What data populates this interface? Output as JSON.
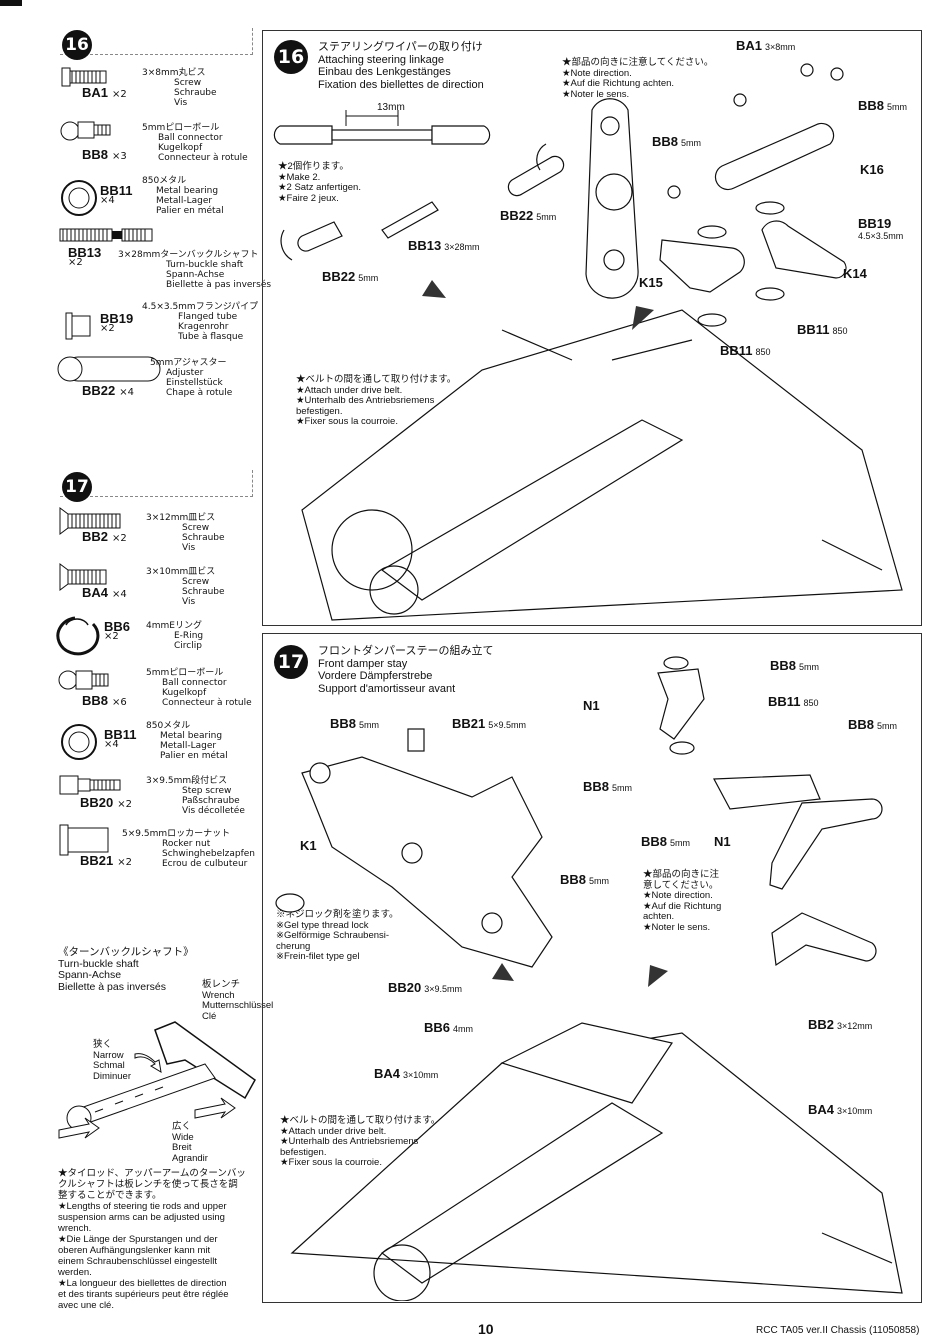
{
  "step16": {
    "number": "16",
    "parts": [
      {
        "code": "BA1",
        "qty": "×2",
        "size": "3×8mm丸ビス",
        "names": [
          "Screw",
          "Schraube",
          "Vis"
        ]
      },
      {
        "code": "BB8",
        "qty": "×3",
        "size": "5mmピローボール",
        "names": [
          "Ball connector",
          "Kugelkopf",
          "Connecteur à rotule"
        ]
      },
      {
        "code": "BB11",
        "qty": "×4",
        "size": "850メタル",
        "names": [
          "Metal bearing",
          "Metall-Lager",
          "Palier en métal"
        ]
      },
      {
        "code": "BB13",
        "qty": "×2",
        "size": "3×28mmターンバックルシャフト",
        "names": [
          "Turn-buckle shaft",
          "Spann-Achse",
          "Biellette à pas inversés"
        ]
      },
      {
        "code": "BB19",
        "qty": "×2",
        "size": "4.5×3.5mmフランジパイプ",
        "names": [
          "Flanged tube",
          "Kragenrohr",
          "Tube à flasque"
        ]
      },
      {
        "code": "BB22",
        "qty": "×4",
        "size": "5mmアジャスター",
        "names": [
          "Adjuster",
          "Einstellstück",
          "Chape à rotule"
        ]
      }
    ],
    "title": [
      "ステアリングワイパーの取り付け",
      "Attaching steering linkage",
      "Einbau des Lenkgestänges",
      "Fixation des biellettes de direction"
    ],
    "dim": "13mm",
    "make2": [
      "★2個作ります。",
      "★Make 2.",
      "★2 Satz anfertigen.",
      "★Faire 2 jeux."
    ],
    "direction": [
      "★部品の向きに注意してください。",
      "★Note direction.",
      "★Auf die Richtung achten.",
      "★Noter le sens."
    ],
    "belt": [
      "★ベルトの間を通して取り付けます。",
      "★Attach under drive belt.",
      "★Unterhalb des Antriebsriemens",
      "befestigen.",
      "★Fixer sous la courroie."
    ],
    "labels": {
      "ba1": "BA1",
      "ba1s": "3×8mm",
      "bb8a": "BB8",
      "bb8as": "5mm",
      "bb8b": "BB8",
      "bb8bs": "5mm",
      "k16": "K16",
      "bb19": "BB19",
      "bb19s": "4.5×3.5mm",
      "k14": "K14",
      "k15": "K15",
      "bb11a": "BB11",
      "bb11as": "850",
      "bb11b": "BB11",
      "bb11bs": "850",
      "bb22a": "BB22",
      "bb22as": "5mm",
      "bb22b": "BB22",
      "bb22bs": "5mm",
      "bb13": "BB13",
      "bb13s": "3×28mm"
    }
  },
  "step17": {
    "number": "17",
    "parts": [
      {
        "code": "BB2",
        "qty": "×2",
        "size": "3×12mm皿ビス",
        "names": [
          "Screw",
          "Schraube",
          "Vis"
        ]
      },
      {
        "code": "BA4",
        "qty": "×4",
        "size": "3×10mm皿ビス",
        "names": [
          "Screw",
          "Schraube",
          "Vis"
        ]
      },
      {
        "code": "BB6",
        "qty": "×2",
        "size": "4mmEリング",
        "names": [
          "E-Ring",
          "Circlip"
        ]
      },
      {
        "code": "BB8",
        "qty": "×6",
        "size": "5mmピローボール",
        "names": [
          "Ball connector",
          "Kugelkopf",
          "Connecteur à rotule"
        ]
      },
      {
        "code": "BB11",
        "qty": "×4",
        "size": "850メタル",
        "names": [
          "Metal bearing",
          "Metall-Lager",
          "Palier en métal"
        ]
      },
      {
        "code": "BB20",
        "qty": "×2",
        "size": "3×9.5mm段付ビス",
        "names": [
          "Step screw",
          "Paßschraube",
          "Vis décolletée"
        ]
      },
      {
        "code": "BB21",
        "qty": "×2",
        "size": "5×9.5mmロッカーナット",
        "names": [
          "Rocker nut",
          "Schwinghebelzapfen",
          "Ecrou de culbuteur"
        ]
      }
    ],
    "title": [
      "フロントダンパーステーの組み立て",
      "Front damper stay",
      "Vordere Dämpferstrebe",
      "Support d'amortisseur avant"
    ],
    "gel": [
      "※ネジロック剤を塗ります。",
      "※Gel type thread lock",
      "※Gelförmige Schraubensi-",
      "cherung",
      "※Frein-filet type gel"
    ],
    "direction": [
      "★部品の向きに注",
      "意してください。",
      "★Note direction.",
      "★Auf die Richtung",
      "achten.",
      "★Noter le sens."
    ],
    "belt": [
      "★ベルトの間を通して取り付けます。",
      "★Attach under drive belt.",
      "★Unterhalb des Antriebsriemens",
      "befestigen.",
      "★Fixer sous la courroie."
    ],
    "labels": {
      "bb8a": "BB8",
      "bb8as": "5mm",
      "bb11": "BB11",
      "bb11s": "850",
      "n1a": "N1",
      "n1b": "N1",
      "bb8b": "BB8",
      "bb8bs": "5mm",
      "bb8c": "BB8",
      "bb8cs": "5mm",
      "bb21": "BB21",
      "bb21s": "5×9.5mm",
      "bb8d": "BB8",
      "bb8ds": "5mm",
      "bb8e": "BB8",
      "bb8es": "5mm",
      "bb8f": "BB8",
      "bb8fs": "5mm",
      "k1": "K1",
      "bb20": "BB20",
      "bb20s": "3×9.5mm",
      "bb6": "BB6",
      "bb6s": "4mm",
      "bb2": "BB2",
      "bb2s": "3×12mm",
      "ba4a": "BA4",
      "ba4as": "3×10mm",
      "ba4b": "BA4",
      "ba4bs": "3×10mm"
    }
  },
  "turnbuckle": {
    "title": [
      "《ターンバックルシャフト》",
      "Turn-buckle shaft",
      "Spann-Achse",
      "Biellette à pas inversés"
    ],
    "wrench": [
      "板レンチ",
      "Wrench",
      "Mutternschlüssel",
      "Clé"
    ],
    "narrow": [
      "狭く",
      "Narrow",
      "Schmal",
      "Diminuer"
    ],
    "wide": [
      "広く",
      "Wide",
      "Breit",
      "Agrandir"
    ],
    "notes": [
      "★タイロッド、アッパーアームのターンバッ",
      "クルシャフトは板レンチを使って長さを調",
      "整することができます。",
      "★Lengths of steering tie rods and upper",
      "suspension arms can be adjusted using",
      "wrench.",
      "★Die Länge der Spurstangen und der",
      "oberen Aufhängungslenker kann mit",
      "einem Schraubenschlüssel eingestellt",
      "werden.",
      "★La longueur des biellettes de direction",
      "et des tirants supérieurs peut être réglée",
      "avec une clé."
    ]
  },
  "footer": {
    "page": "10",
    "doc": "RCC TA05 ver.II Chassis (11050858)"
  }
}
